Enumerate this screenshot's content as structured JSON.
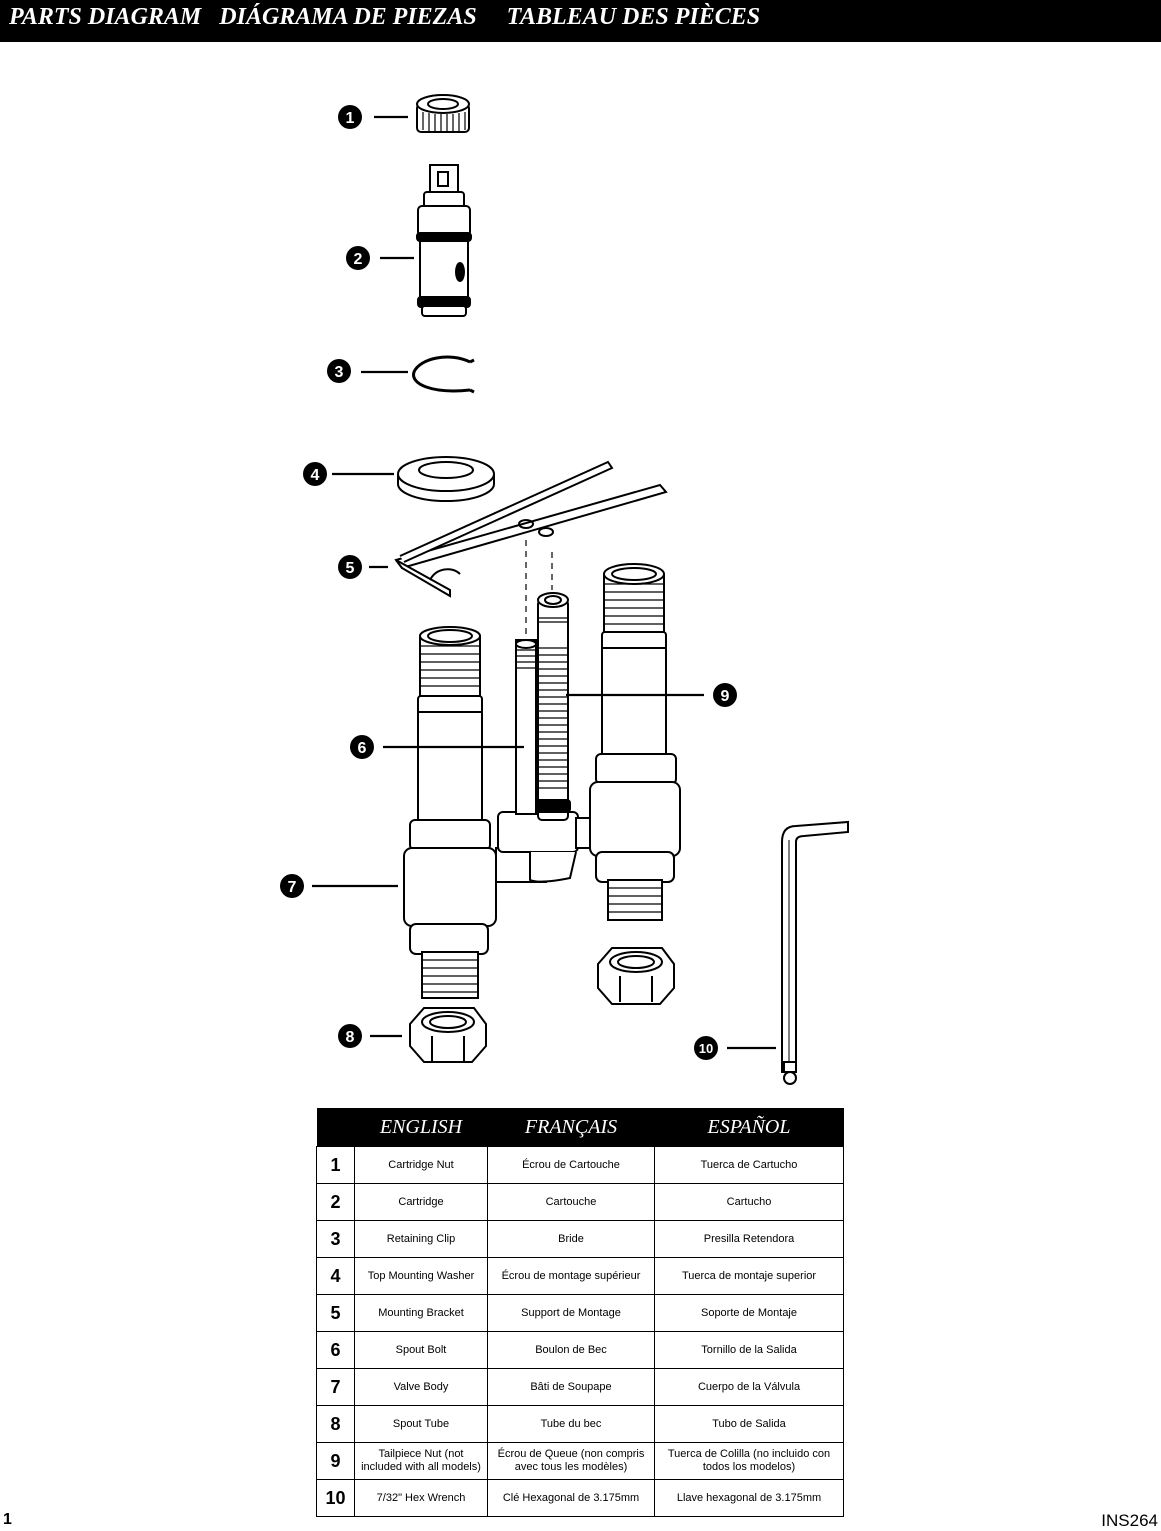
{
  "header": {
    "title": "PARTS DIAGRAM   DIÁGRAMA DE PIEZAS     TABLEAU DES PIÈCES"
  },
  "callouts": [
    "1",
    "2",
    "3",
    "4",
    "5",
    "6",
    "7",
    "8",
    "9",
    "10"
  ],
  "table": {
    "headers": [
      "",
      "ENGLISH",
      "FRANÇAIS",
      "ESPAÑOL"
    ],
    "rows": [
      {
        "num": "1",
        "en": "Cartridge Nut",
        "fr": "Écrou de Cartouche",
        "es": "Tuerca de Cartucho"
      },
      {
        "num": "2",
        "en": "Cartridge",
        "fr": "Cartouche",
        "es": "Cartucho"
      },
      {
        "num": "3",
        "en": "Retaining Clip",
        "fr": "Bride",
        "es": "Presilla Retendora"
      },
      {
        "num": "4",
        "en": "Top Mounting Washer",
        "fr": "Écrou de montage supérieur",
        "es": "Tuerca de montaje superior"
      },
      {
        "num": "5",
        "en": "Mounting Bracket",
        "fr": "Support de Montage",
        "es": "Soporte de Montaje"
      },
      {
        "num": "6",
        "en": "Spout Bolt",
        "fr": "Boulon de Bec",
        "es": "Tornillo de la Salida"
      },
      {
        "num": "7",
        "en": "Valve Body",
        "fr": "Bâti de Soupape",
        "es": "Cuerpo de la Válvula"
      },
      {
        "num": "8",
        "en": "Spout Tube",
        "fr": "Tube du bec",
        "es": "Tubo de Salida"
      },
      {
        "num": "9",
        "en": "Tailpiece Nut (not included with all models)",
        "fr": "Écrou de Queue (non compris avec tous les modèles)",
        "es": "Tuerca de Colilla (no incluido con todos los modelos)"
      },
      {
        "num": "10",
        "en": "7/32\" Hex Wrench",
        "fr": "Clé Hexagonal de 3.175mm",
        "es": "Llave hexagonal de 3.175mm"
      }
    ]
  },
  "footer": {
    "page": "1",
    "code": "INS264"
  }
}
